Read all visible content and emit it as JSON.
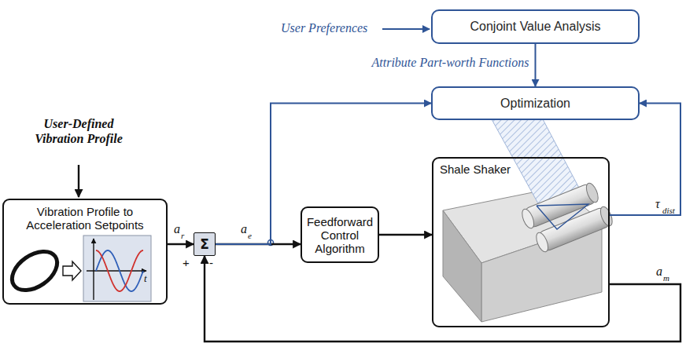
{
  "diagram": {
    "nodes": [
      {
        "text": [
          "Conjoint Value Analysis"
        ]
      },
      {
        "text": [
          "Optimization"
        ]
      },
      {
        "text": [
          "Shale Shaker"
        ]
      },
      {
        "text": [
          "Vibration Profile to Acceleration Setpoints"
        ]
      },
      {
        "text": [
          "Σ"
        ]
      },
      {
        "text": [
          "Feedforward Control Algorithm"
        ]
      }
    ],
    "edges": [
      {
        "from": 0,
        "to": 1,
        "arrow": "to",
        "label": "Attribute Part-worth Functions"
      },
      {
        "from": 3,
        "to": 4,
        "arrow": "to"
      },
      {
        "from": 4,
        "to": 5,
        "arrow": "to"
      },
      {
        "from": 4,
        "to": 1,
        "arrow": "to"
      },
      {
        "from": 5,
        "to": 2,
        "arrow": "to"
      },
      {
        "from": 2,
        "to": 1,
        "arrow": "to"
      },
      {
        "from": 2,
        "to": 4,
        "arrow": "to"
      }
    ],
    "labels": [
      "User Preferences",
      "User-Defined Vibration Profile",
      "a",
      "r",
      "a",
      "e",
      "+",
      "-",
      "τ",
      "dist",
      "a",
      "m",
      "t"
    ]
  }
}
